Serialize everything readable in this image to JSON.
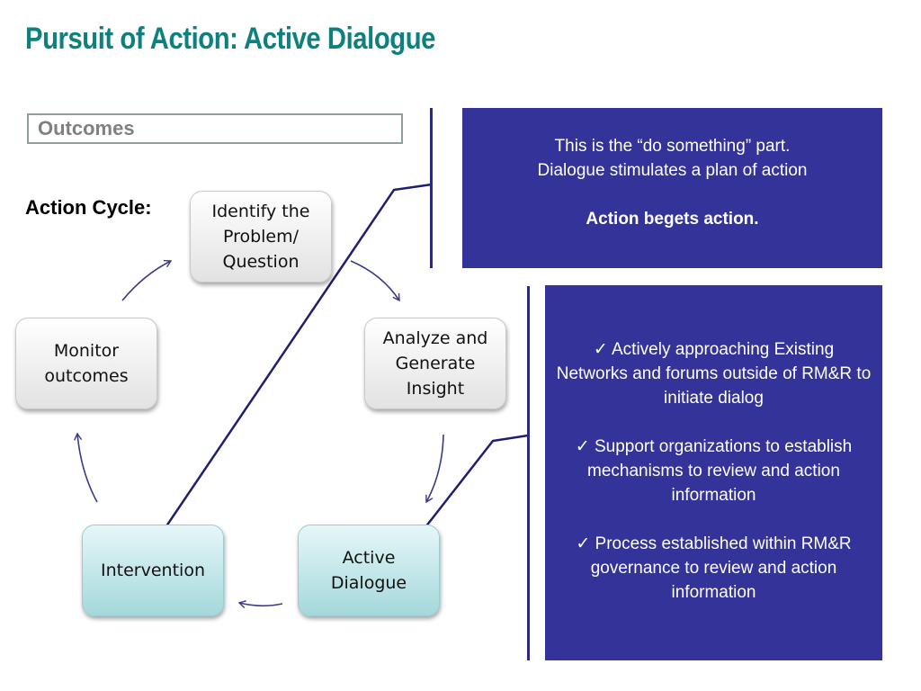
{
  "title": "Pursuit of Action: Active Dialogue",
  "outcomes_label": "Outcomes",
  "action_cycle_label": "Action Cycle:",
  "nodes": {
    "identify": "Identify the Problem/ Question",
    "analyze": "Analyze and Generate Insight",
    "dialogue": "Active Dialogue",
    "intervention": "Intervention",
    "monitor": "Monitor outcomes"
  },
  "top_panel": {
    "line1": "This is the “do something” part.",
    "line2": "Dialogue stimulates a plan of action",
    "emphasis": "Action begets action."
  },
  "bottom_panel": {
    "items": [
      "✓  Actively approaching Existing Networks and forums outside of RM&R to initiate dialog",
      "✓ Support organizations to establish mechanisms to review and action information",
      "✓ Process established within RM&R governance to review and action information"
    ]
  },
  "colors": {
    "title": "#0f8080",
    "panel": "#33339a",
    "arrow": "#3a3a8a",
    "connector": "#1f1f70"
  }
}
